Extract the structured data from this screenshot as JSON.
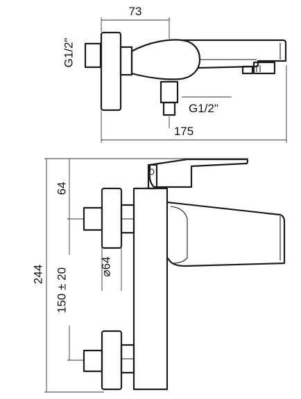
{
  "drawing": {
    "top_view": {
      "dim_spout_offset": "73",
      "dim_total_length": "175",
      "thread_inlet": "G1/2\"",
      "thread_outlet": "G1/2\""
    },
    "side_view": {
      "dim_height_above": "64",
      "dim_total_height": "244",
      "dim_centers": "150 ± 20",
      "dim_flange_diameter": "⌀64"
    }
  }
}
